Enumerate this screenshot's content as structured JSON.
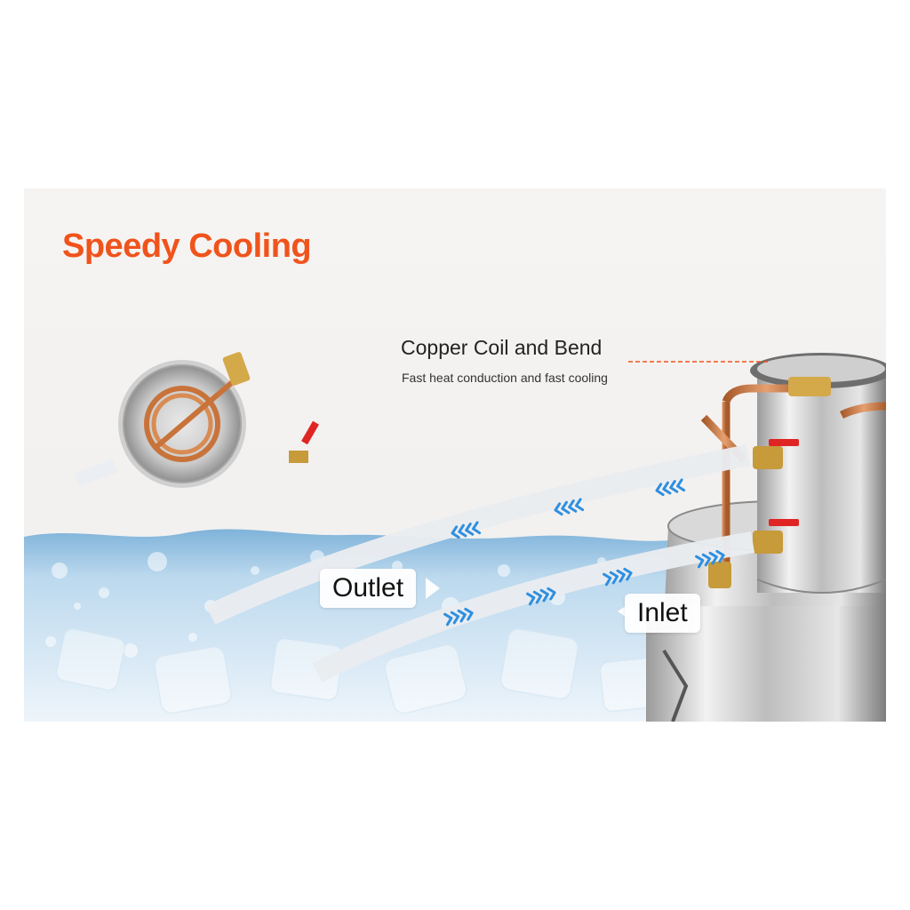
{
  "headline": "Speedy Cooling",
  "feature": {
    "title": "Copper Coil and Bend",
    "subtitle": "Fast heat conduction and fast cooling"
  },
  "callouts": {
    "outlet": "Outlet",
    "inlet": "Inlet"
  },
  "colors": {
    "accent": "#f0531c",
    "flow_arrow": "#2e8fe0",
    "copper": "#c8733a",
    "valve": "#e02424",
    "water": "#9cc7e6"
  },
  "icons": [
    "flow-arrow-icon",
    "leader-line"
  ]
}
